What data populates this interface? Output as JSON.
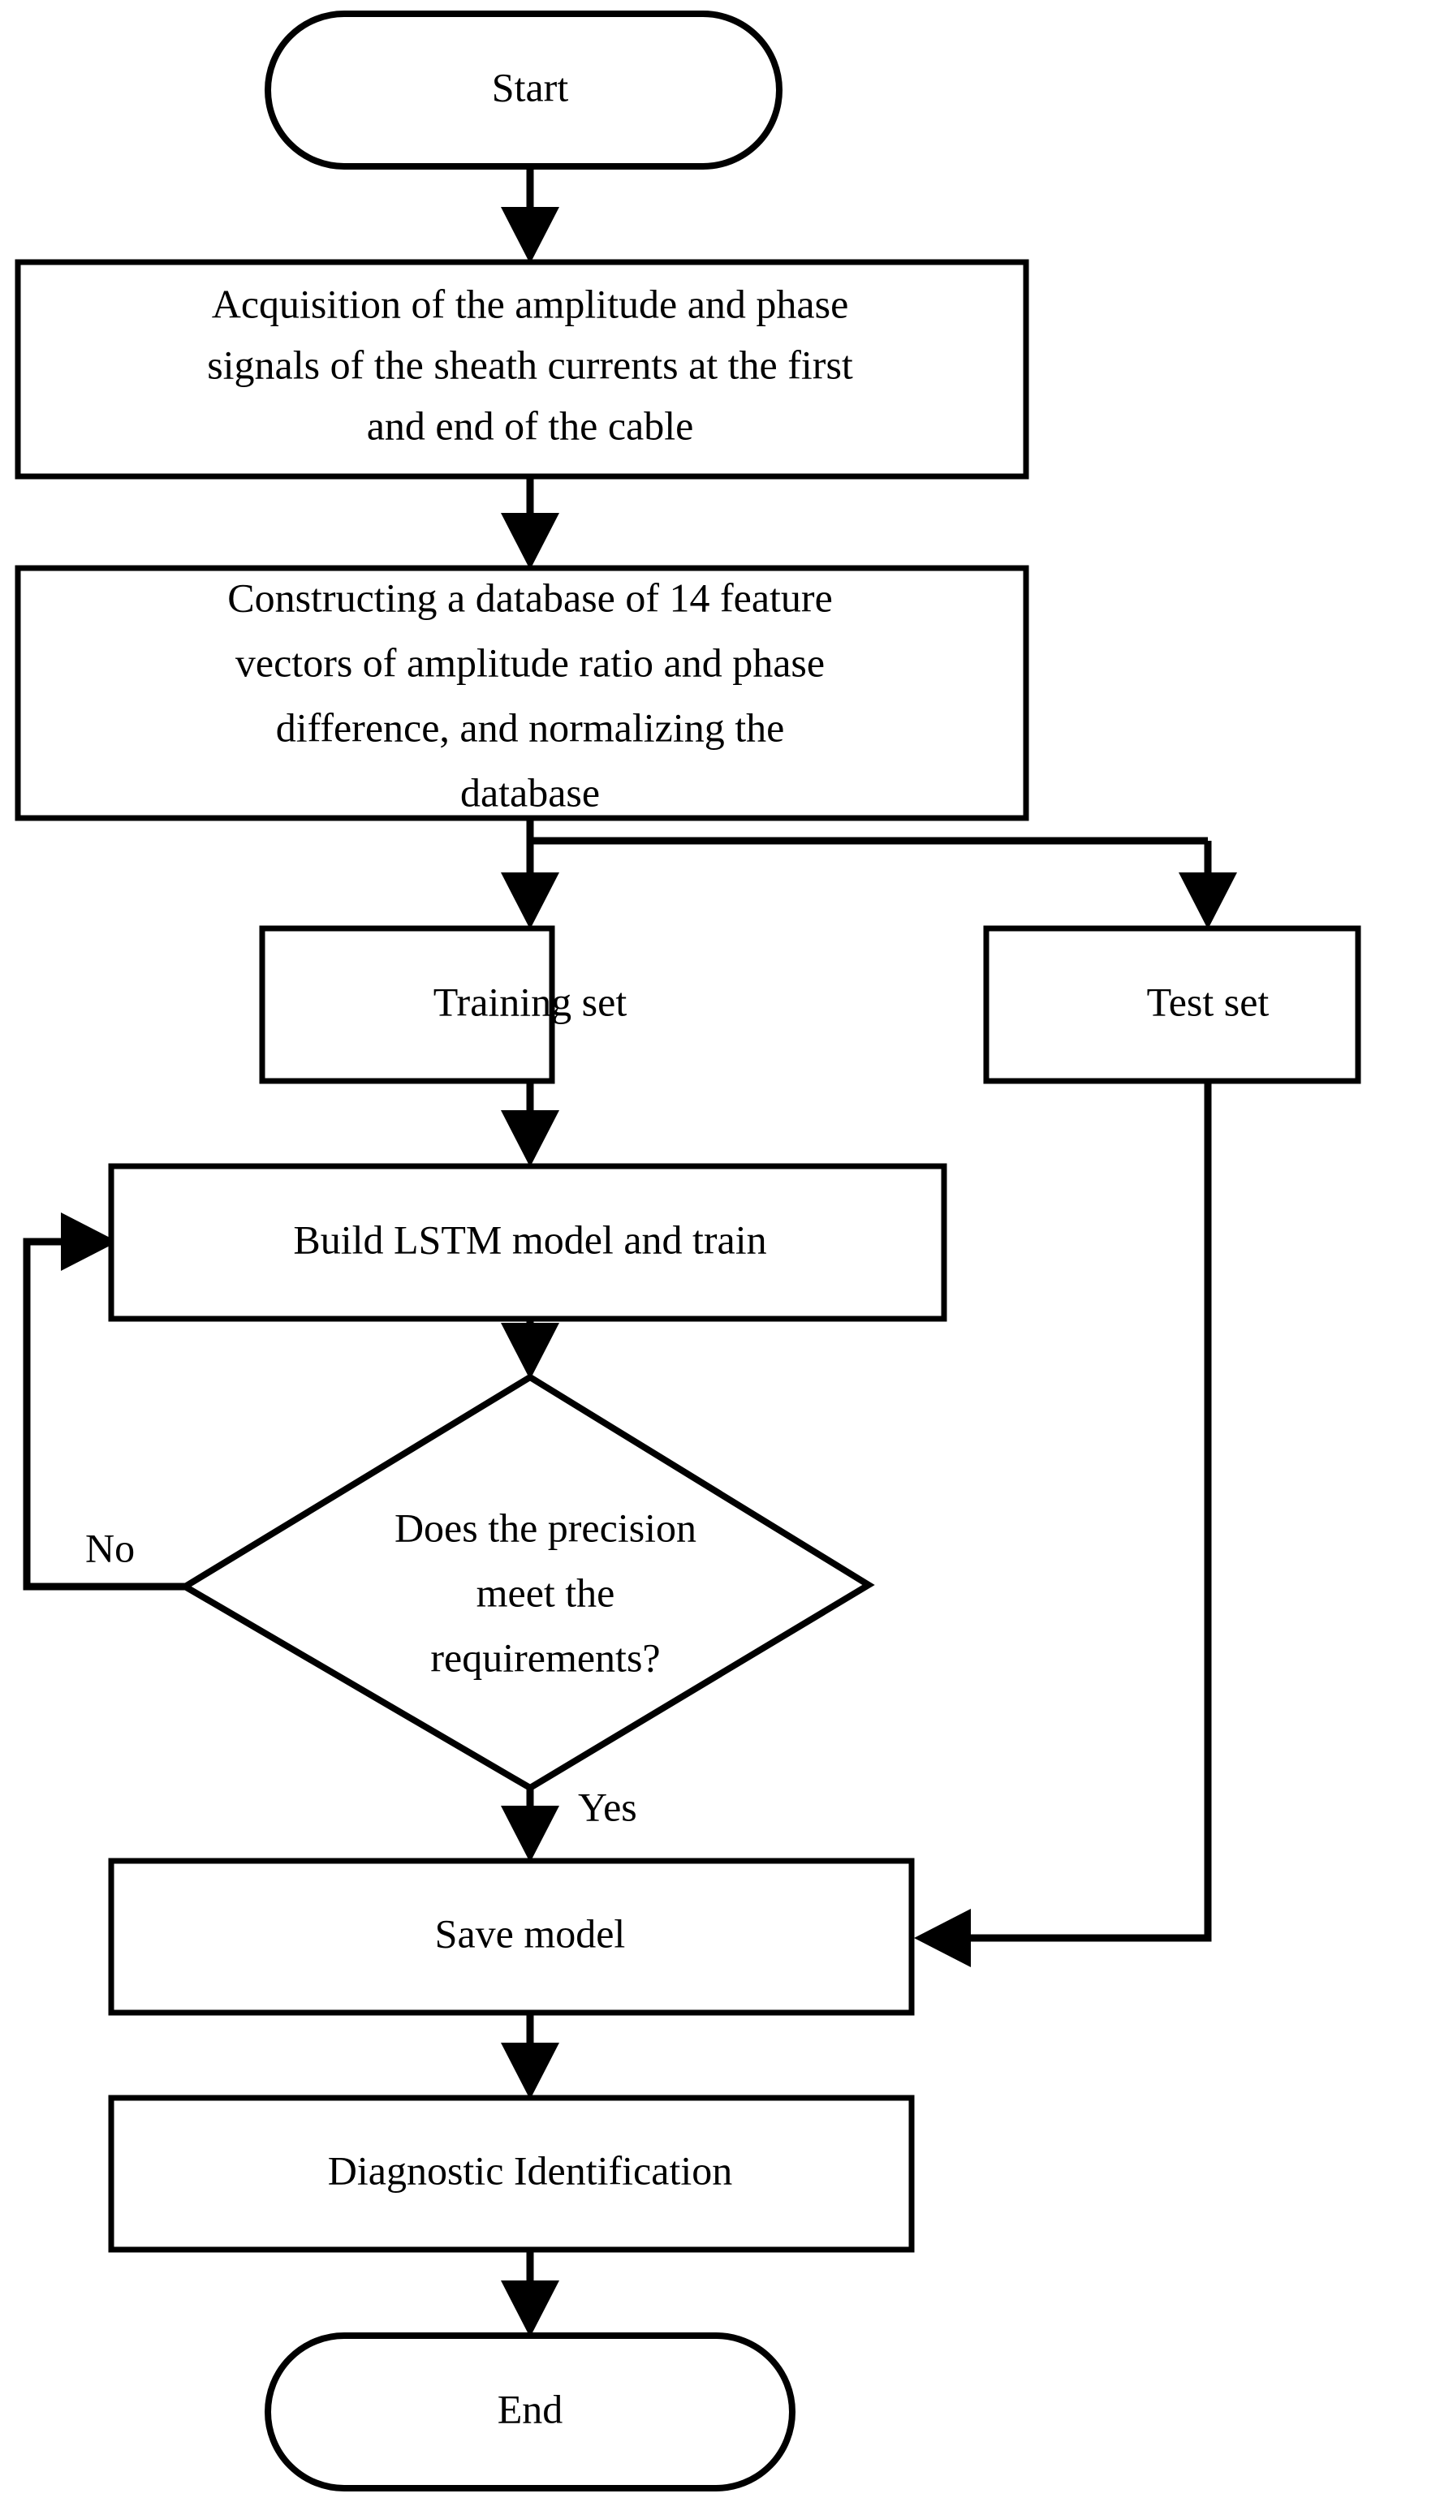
{
  "diagram": {
    "title": "LSTM cable sheath current fault diagnosis flowchart",
    "background_color": "#ffffff",
    "line_color": "#000000",
    "nodes": {
      "start": {
        "label": "Start",
        "shape": "terminator"
      },
      "acquisition": {
        "shape": "process",
        "lines": [
          "Acquisition of the amplitude and phase",
          "signals of the sheath currents at the first",
          "and end of the cable"
        ]
      },
      "database": {
        "shape": "process",
        "lines": [
          "Constructing a database of 14 feature",
          "vectors of amplitude ratio and phase",
          "difference, and normalizing the",
          "database"
        ]
      },
      "training_set": {
        "shape": "process",
        "label": "Training set"
      },
      "test_set": {
        "shape": "process",
        "label": "Test set"
      },
      "build_lstm": {
        "shape": "process",
        "label": "Build LSTM model and train"
      },
      "decision": {
        "shape": "decision",
        "lines": [
          "Does the precision",
          "meet the",
          "requirements?"
        ]
      },
      "save_model": {
        "shape": "process",
        "label": "Save model"
      },
      "diagnostic": {
        "shape": "process",
        "label": "Diagnostic Identification"
      },
      "end": {
        "label": "End",
        "shape": "terminator"
      }
    },
    "edge_labels": {
      "no": "No",
      "yes": "Yes"
    }
  }
}
